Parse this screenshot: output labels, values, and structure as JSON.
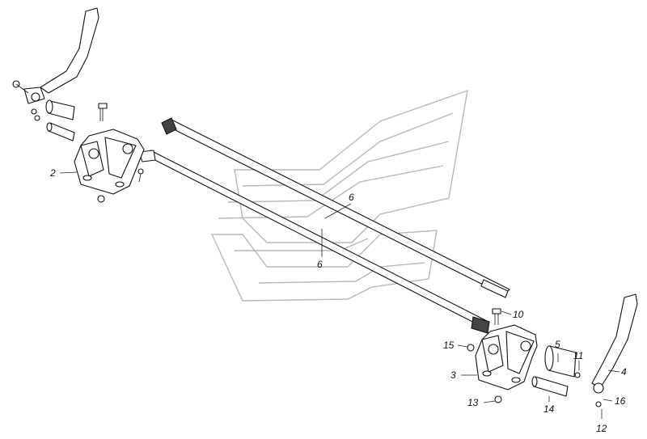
{
  "callouts": {
    "c2": "2",
    "c3": "3",
    "c4": "4",
    "c5": "5",
    "c6_upper": "6",
    "c6_lower": "6",
    "c10": "10",
    "c11": "11",
    "c12": "12",
    "c13": "13",
    "c14": "14",
    "c15": "15",
    "c16": "16"
  },
  "colors": {
    "line": "#111111",
    "watermark": "#b8b8b8",
    "background": "#ffffff"
  }
}
